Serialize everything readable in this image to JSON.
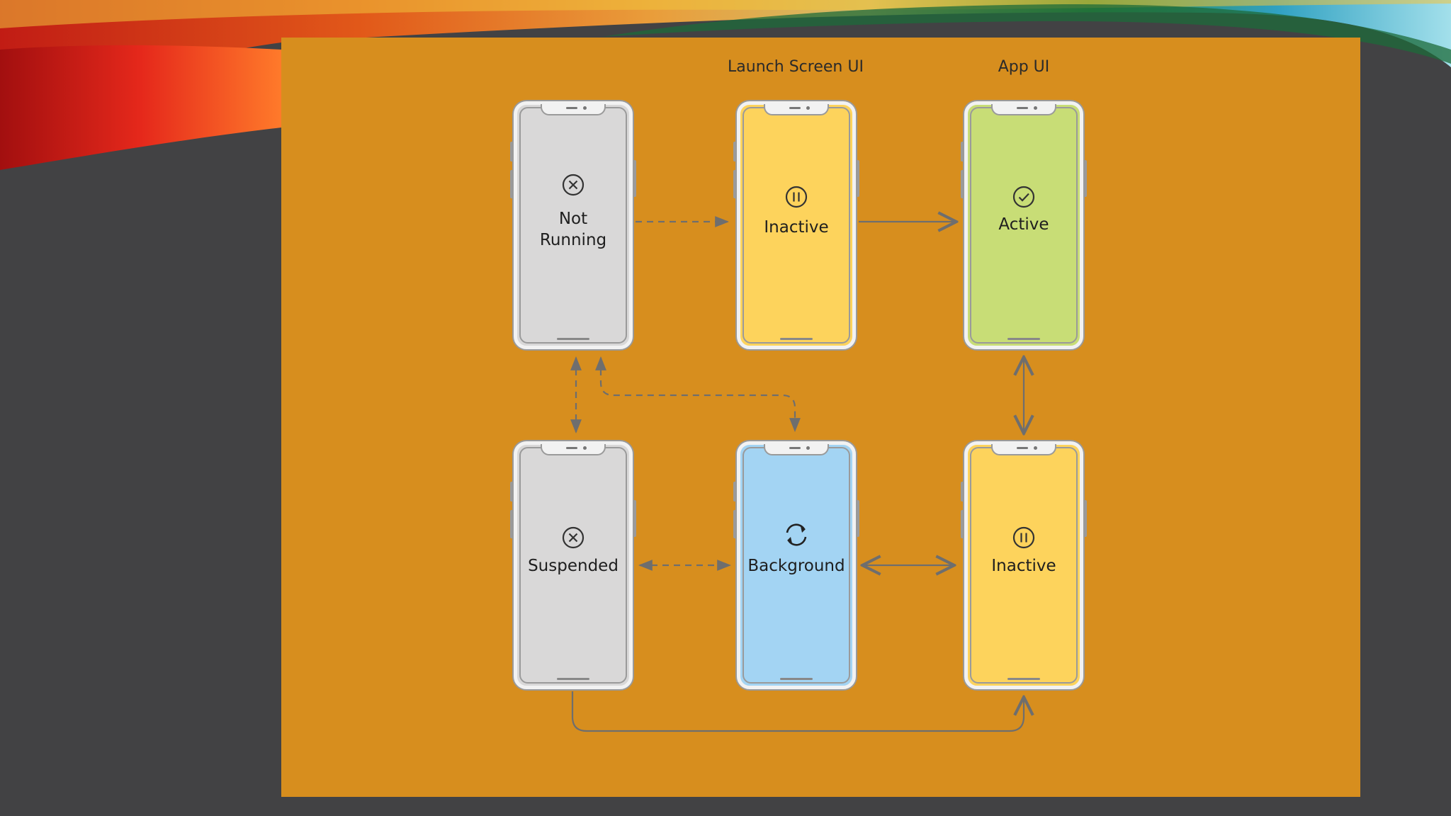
{
  "diagram": {
    "column_titles": {
      "launch_screen": "Launch Screen UI",
      "app_ui": "App UI"
    },
    "states": [
      {
        "id": "not-running",
        "label_line1": "Not",
        "label_line2": "Running",
        "icon": "x-circle-icon",
        "color": "#d9d8d8"
      },
      {
        "id": "inactive-launch",
        "label": "Inactive",
        "icon": "pause-circle-icon",
        "color": "#fdd35c"
      },
      {
        "id": "active",
        "label": "Active",
        "icon": "check-circle-icon",
        "color": "#c8dd76"
      },
      {
        "id": "suspended",
        "label": "Suspended",
        "icon": "x-circle-icon",
        "color": "#d9d8d8"
      },
      {
        "id": "background",
        "label": "Background",
        "icon": "refresh-icon",
        "color": "#a3d4f3"
      },
      {
        "id": "inactive-app",
        "label": "Inactive",
        "icon": "pause-circle-icon",
        "color": "#fdd35c"
      }
    ],
    "transitions": [
      {
        "from": "not-running",
        "to": "inactive-launch",
        "style": "dashed",
        "direction": "one-way"
      },
      {
        "from": "inactive-launch",
        "to": "active",
        "style": "solid",
        "direction": "one-way"
      },
      {
        "from": "active",
        "to": "inactive-app",
        "style": "solid",
        "direction": "two-way"
      },
      {
        "from": "background",
        "to": "inactive-app",
        "style": "solid",
        "direction": "two-way"
      },
      {
        "from": "suspended",
        "to": "background",
        "style": "dashed",
        "direction": "two-way"
      },
      {
        "from": "not-running",
        "to": "suspended",
        "style": "dashed",
        "direction": "two-way"
      },
      {
        "from": "not-running",
        "to": "background",
        "style": "dashed",
        "direction": "two-way"
      },
      {
        "from": "suspended",
        "to": "inactive-app",
        "style": "solid",
        "direction": "one-way"
      }
    ],
    "colors": {
      "panel": "#d78e1e",
      "page_background": "#424244",
      "arrow": "#6e6e6e"
    }
  }
}
